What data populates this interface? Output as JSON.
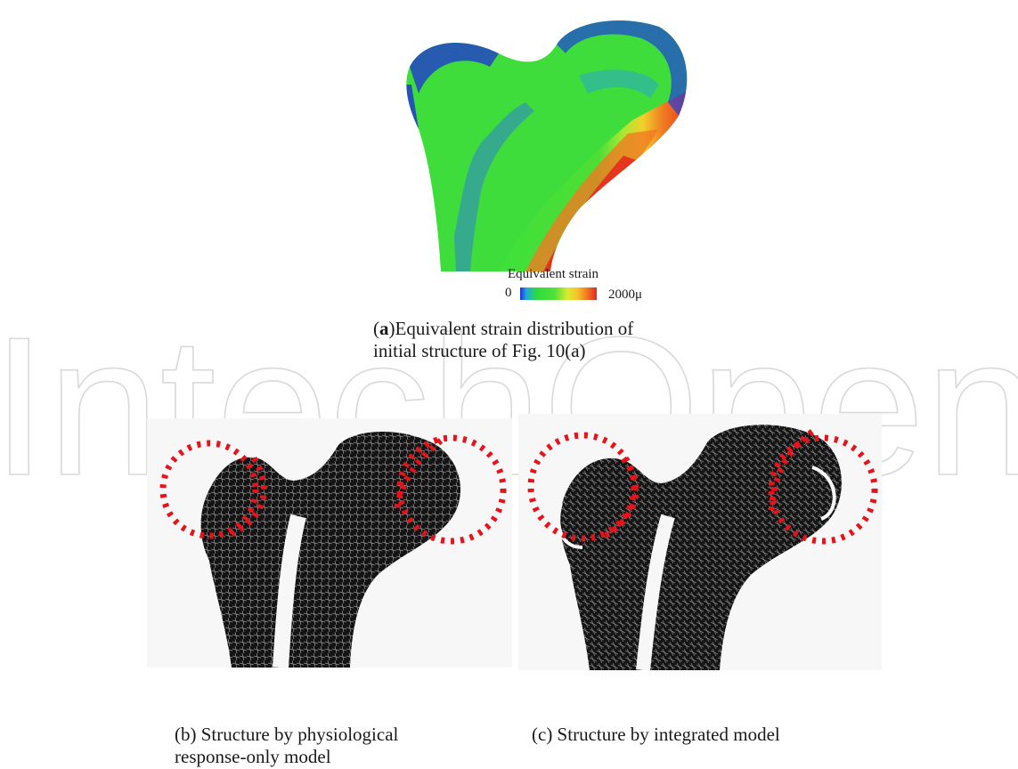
{
  "watermark": {
    "text": "IntechOpen"
  },
  "figure_a": {
    "colorbar": {
      "title": "Equivalent strain",
      "min_label": "0",
      "max_label": "2000μ",
      "colors": [
        "#1f2fd6",
        "#2ddc3a",
        "#d8ec2e",
        "#f07a22",
        "#e8241e"
      ]
    },
    "caption_prefix": "a",
    "caption_line1": ")Equivalent strain distribution of",
    "caption_line2": "initial structure of Fig. 10(a)"
  },
  "figure_b": {
    "caption_line1": "(b) Structure by physiological",
    "caption_line2": "response-only model"
  },
  "figure_c": {
    "caption": "(c) Structure by integrated model"
  },
  "colors": {
    "highlight": "#e8121a",
    "bone": "#111111"
  }
}
